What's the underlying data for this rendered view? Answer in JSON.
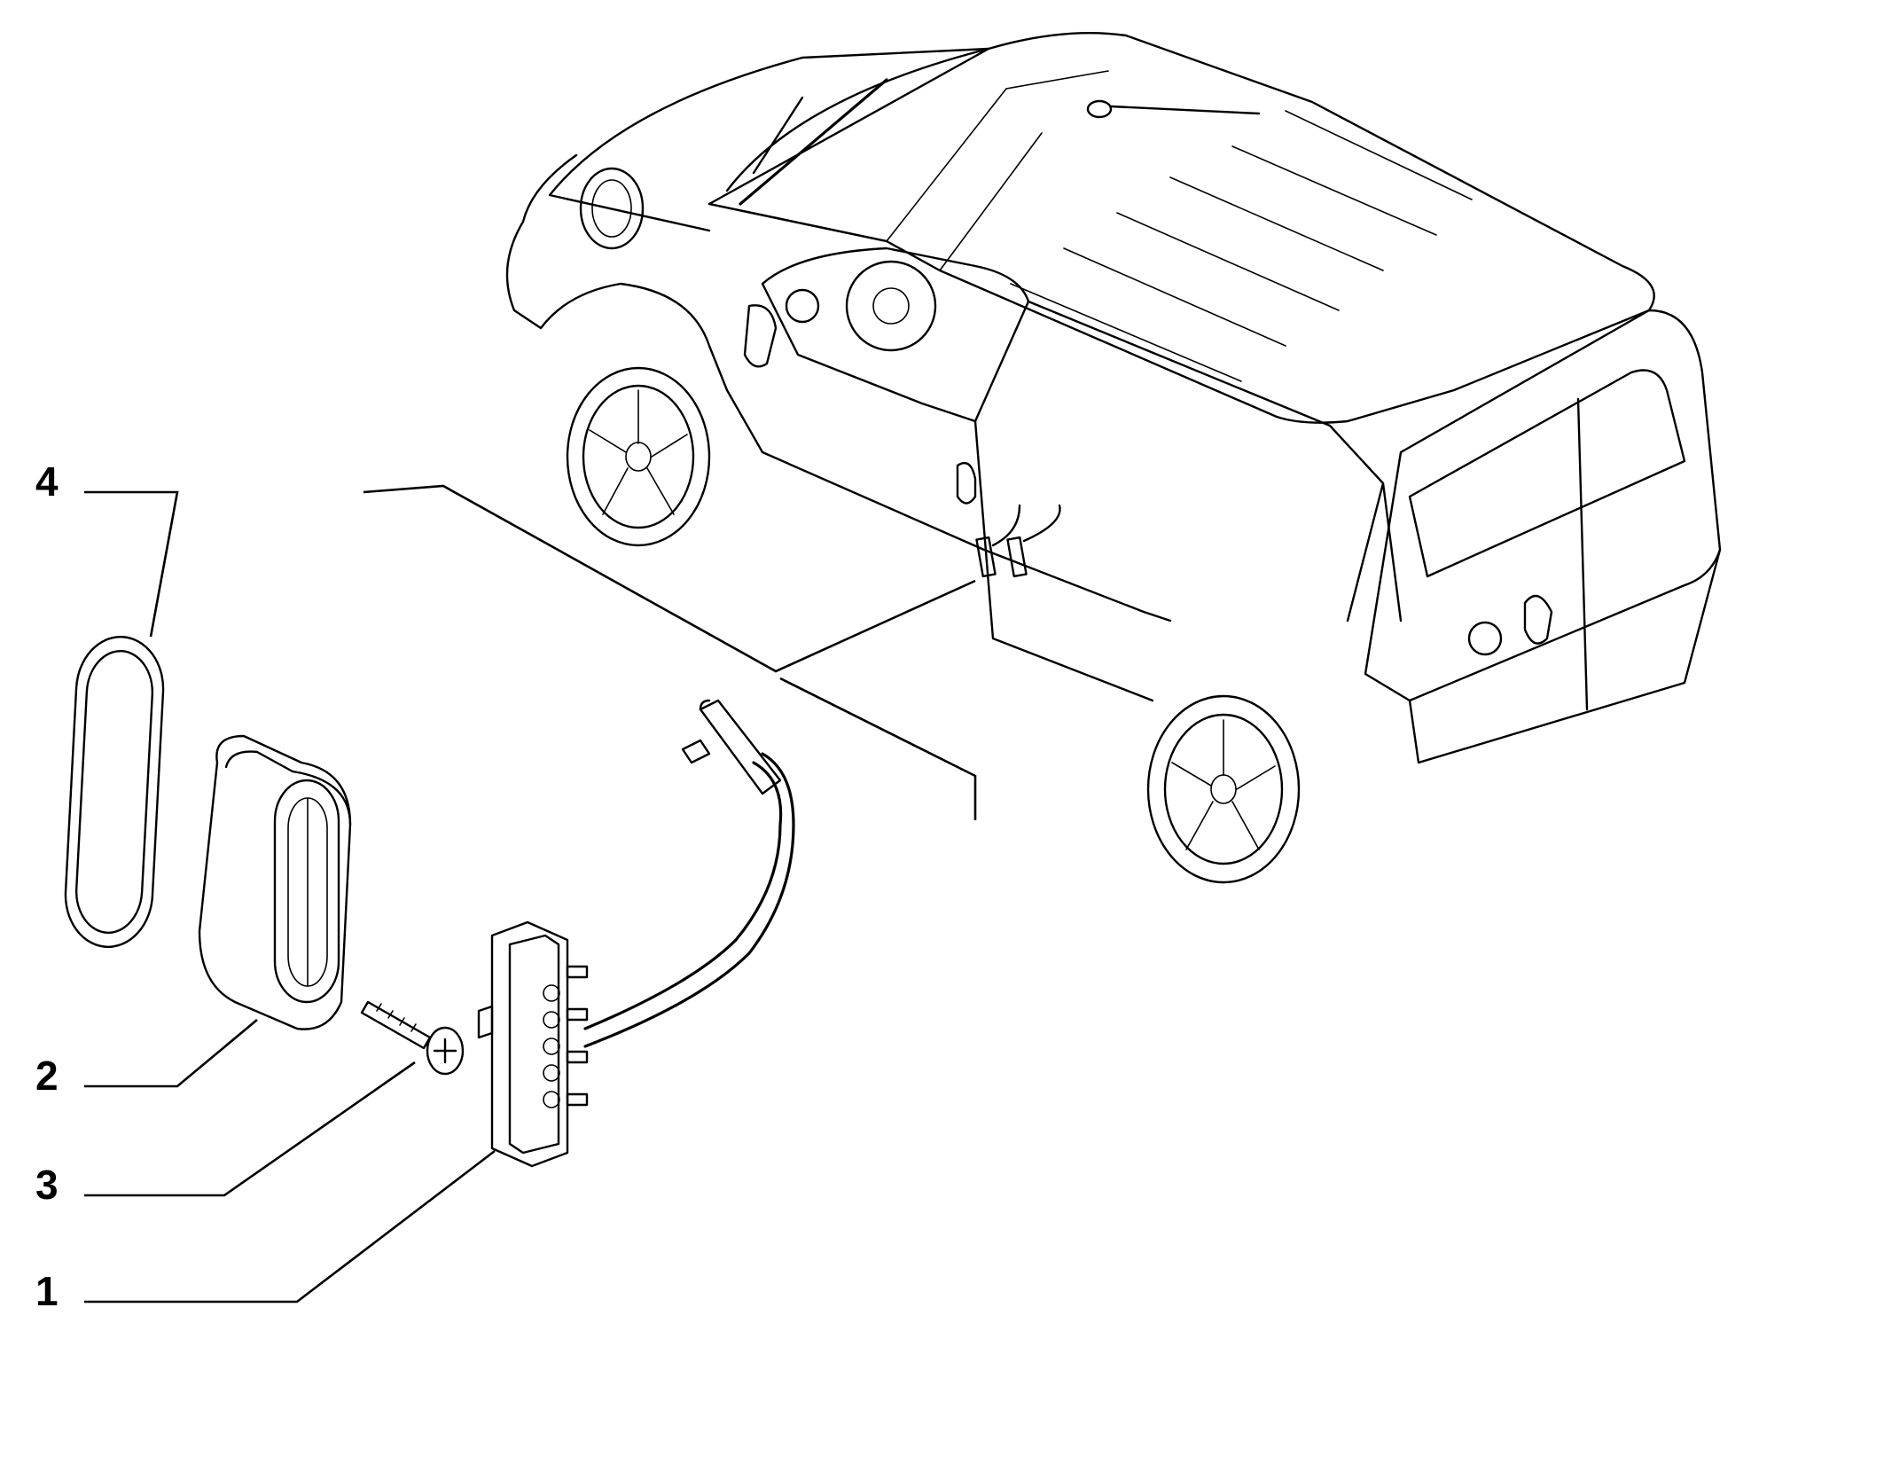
{
  "diagram": {
    "callouts": [
      {
        "id": "4",
        "label": "4"
      },
      {
        "id": "2",
        "label": "2"
      },
      {
        "id": "3",
        "label": "3"
      },
      {
        "id": "1",
        "label": "1"
      }
    ]
  },
  "colors": {
    "ink": "#000000",
    "paper": "#ffffff"
  }
}
